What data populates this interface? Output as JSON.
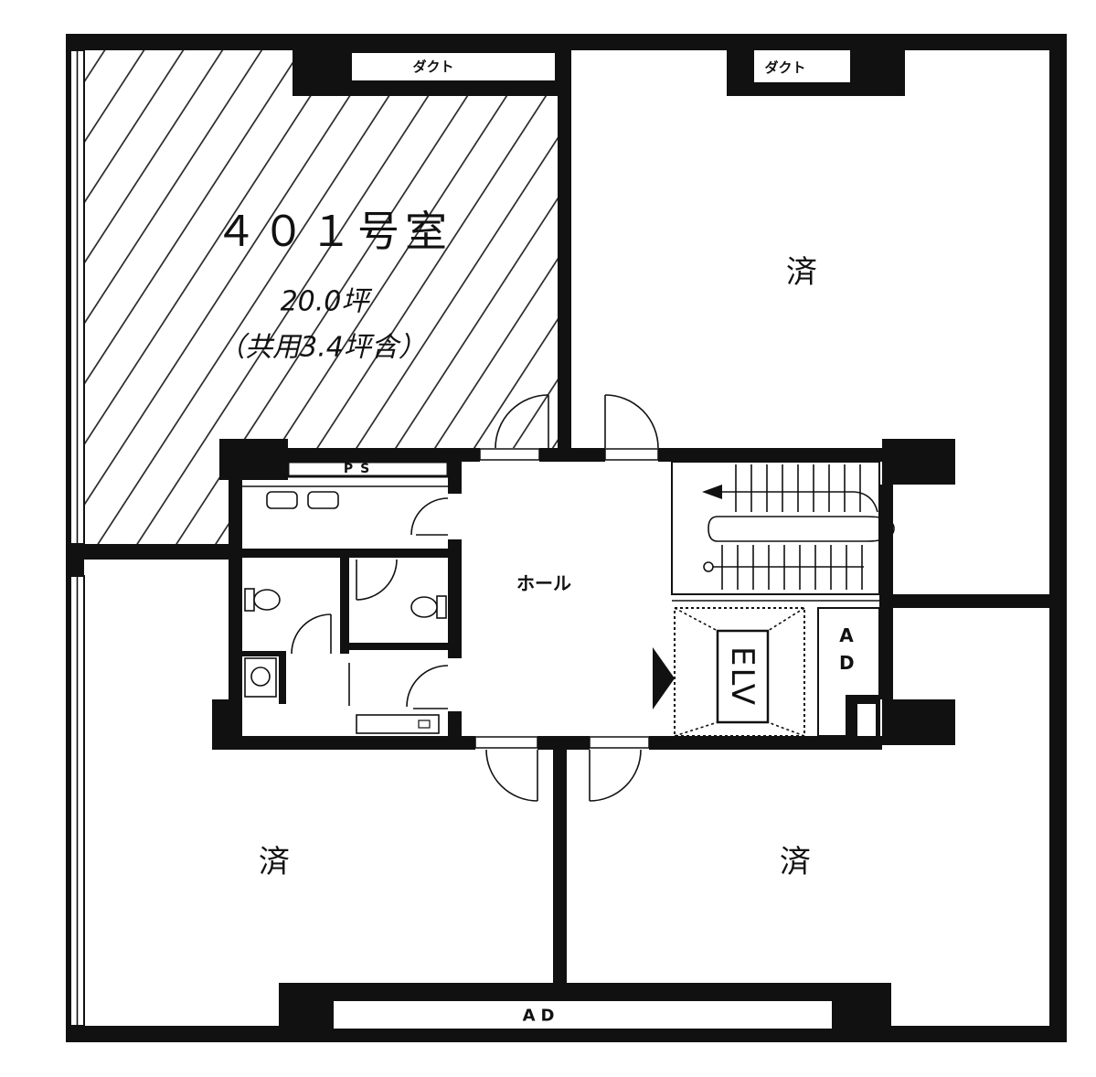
{
  "plan": {
    "ducts": [
      {
        "label": "ダクト"
      },
      {
        "label": "ダクト"
      }
    ],
    "unit_401": {
      "name": "４０１号室",
      "area": "20.0坪",
      "note": "（共用3.4坪含）",
      "state": "hatched (available)"
    },
    "ps_label": "PS",
    "hall_label": "ホール",
    "elevator_label": "ELV",
    "ad_small_label": "AD",
    "ad_bottom_label": "AD",
    "rooms": [
      {
        "status": "済"
      },
      {
        "status": "済"
      },
      {
        "status": "済"
      }
    ]
  },
  "colors": {
    "wall": "#111111",
    "paper": "#ffffff",
    "hatch": "#1a1a1a"
  }
}
